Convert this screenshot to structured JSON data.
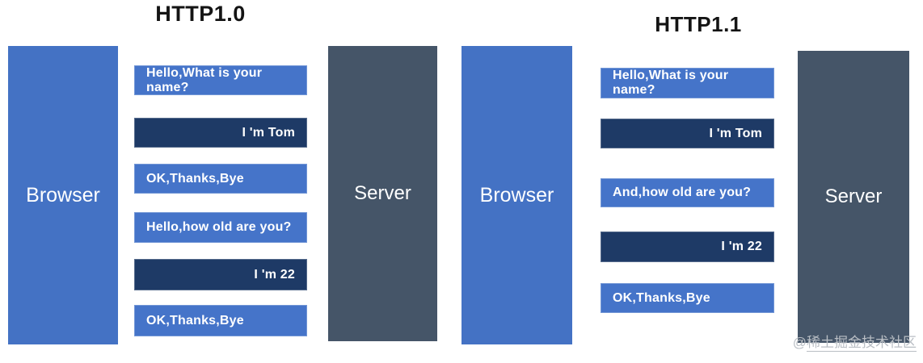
{
  "colors": {
    "browser-blue": "#4472c4",
    "server-slate": "#455568",
    "msg-blue": "#4574c9",
    "msg-navy": "#1e3a66"
  },
  "diagrams": [
    {
      "title": "HTTP1.0",
      "browser_label": "Browser",
      "server_label": "Server",
      "messages": [
        {
          "text": "Hello,What is your name?",
          "from": "browser"
        },
        {
          "text": "I 'm Tom",
          "from": "server"
        },
        {
          "text": "OK,Thanks,Bye",
          "from": "browser"
        },
        {
          "text": "Hello,how old are you?",
          "from": "browser"
        },
        {
          "text": "I 'm 22",
          "from": "server"
        },
        {
          "text": "OK,Thanks,Bye",
          "from": "browser"
        }
      ]
    },
    {
      "title": "HTTP1.1",
      "browser_label": "Browser",
      "server_label": "Server",
      "messages": [
        {
          "text": "Hello,What is your name?",
          "from": "browser"
        },
        {
          "text": "I 'm Tom",
          "from": "server"
        },
        {
          "text": "And,how old are you?",
          "from": "browser"
        },
        {
          "text": "I 'm 22",
          "from": "server"
        },
        {
          "text": "OK,Thanks,Bye",
          "from": "browser"
        }
      ]
    }
  ],
  "watermark": {
    "prefix": "@",
    "name": "稀土掘金技术社区"
  }
}
